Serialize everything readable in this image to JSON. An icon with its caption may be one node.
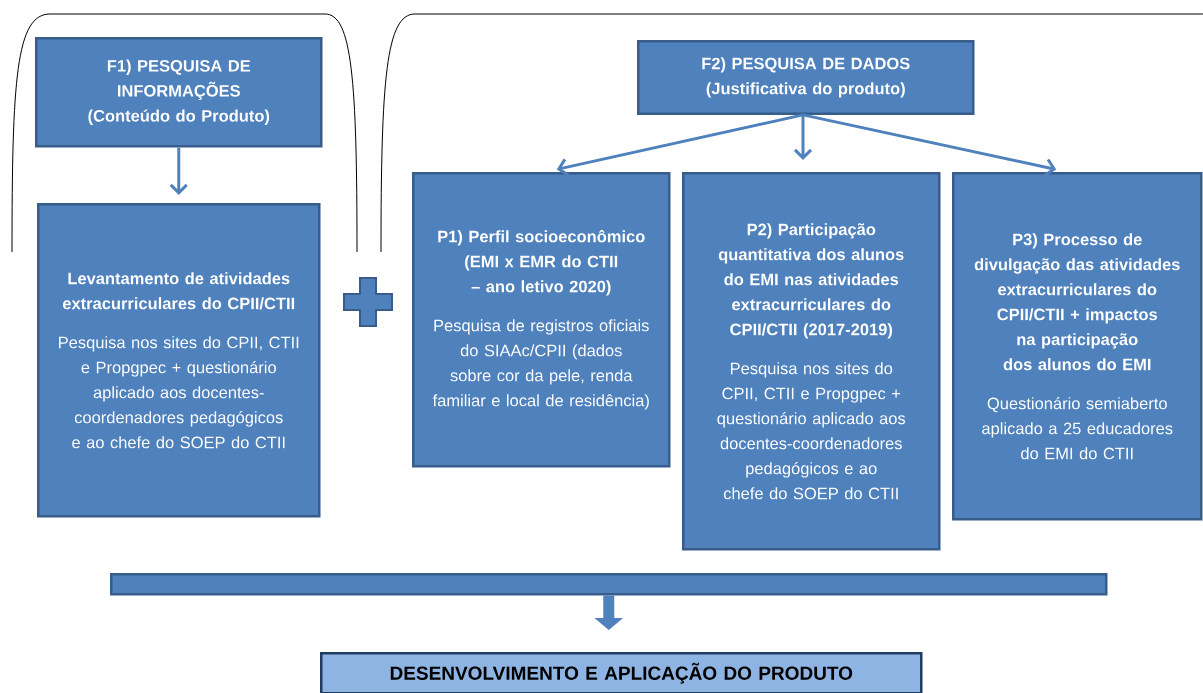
{
  "diagram": {
    "nodes": [
      {
        "text": [
          "F1) PESQUISA DE INFORMAÇÕES (Conteúdo do Produto)"
        ]
      },
      {
        "text": [
          "Levantamento de atividades extracurriculares do CPII/CTII",
          "Pesquisa nos sites do CPII, CTII e Propgpec + questionário aplicado aos docentes-coordenadores pedagógicos e ao chefe do SOEP do CTII"
        ]
      },
      {
        "text": [
          "F2) PESQUISA DE DADOS (Justificativa do produto)"
        ]
      },
      {
        "text": [
          "P1) Perfil socioeconômico (EMI x EMR do CTII – ano letivo 2020)",
          "Pesquisa de registros oficiais do SIAAc/CPII (dados sobre cor da pele, renda familiar e local de residência)"
        ]
      },
      {
        "text": [
          "P2) Participação quantitativa dos alunos do EMI nas atividades extracurriculares do CPII/CTII (2017-2019)",
          "Pesquisa nos sites do CPII, CTII e Propgpec + questionário aplicado aos docentes-coordenadores pedagógicos e ao chefe do SOEP do CTII"
        ]
      },
      {
        "text": [
          "P3) Processo de divulgação das atividades extracurriculares do CPII/CTII + impactos na participação dos alunos do EMI",
          "Questionário semiaberto aplicado a 25 educadores do EMI do CTII"
        ]
      },
      {
        "text": [],
        "shape": "bar"
      },
      {
        "text": [
          "DESENVOLVIMENTO E APLICAÇÃO DO PRODUTO"
        ]
      }
    ],
    "edges": [
      {
        "from": 0,
        "to": 1,
        "arrow": "to"
      },
      {
        "from": 2,
        "to": 3,
        "arrow": "to"
      },
      {
        "from": 2,
        "to": 4,
        "arrow": "to"
      },
      {
        "from": 2,
        "to": 5,
        "arrow": "to"
      },
      {
        "from": 6,
        "to": 7,
        "arrow": "to",
        "style": "thick"
      }
    ]
  }
}
